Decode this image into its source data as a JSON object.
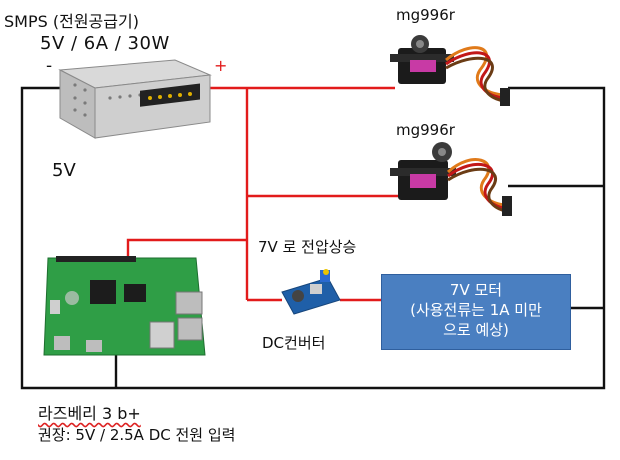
{
  "smps": {
    "title": "SMPS (전원공급기)",
    "rating": "5V / 6A / 30W",
    "minus": "-",
    "plus": "+",
    "out_voltage": "5V"
  },
  "servos": [
    {
      "label": "mg996r"
    },
    {
      "label": "mg996r"
    }
  ],
  "converter": {
    "boost_label": "7V 로 전압상승",
    "name": "DC컨버터"
  },
  "motor": {
    "line1": "7V 모터",
    "line2": "(사용전류는 1A 미만",
    "line3": "으로 예상)"
  },
  "pi": {
    "name": "라즈베리 3 b+",
    "recommend": "권장: 5V / 2.5A DC 전원 입력"
  },
  "colors": {
    "positive_wire": "#e21b1b",
    "ground_wire": "#111111",
    "motor_box": "#4a7fc1"
  }
}
